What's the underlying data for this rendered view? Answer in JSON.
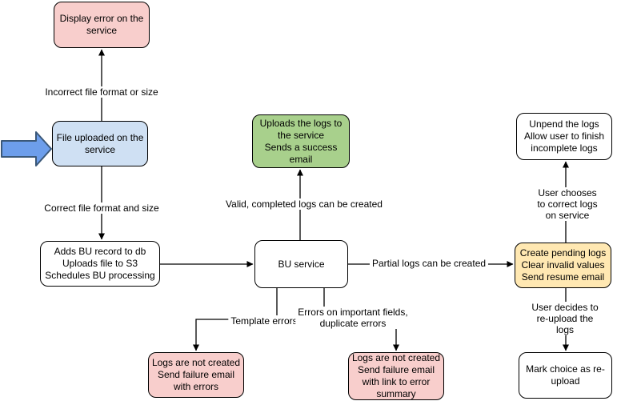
{
  "nodes": {
    "display_error": "Display error on the\nservice",
    "file_uploaded": "File uploaded on the\nservice",
    "adds_bu_record": "Adds BU record to db\nUploads file to S3\nSchedules BU processing",
    "bu_service": "BU service",
    "uploads_logs": "Uploads the logs to\nthe service\nSends a success\nemail",
    "unpend_logs": "Unpend the logs\nAllow user to finish\nincomplete logs",
    "create_pending": "Create pending logs\nClear invalid values\nSend resume email",
    "mark_choice": "Mark choice as re-\nupload",
    "fail_template": "Logs are not created\nSend failure email\nwith errors",
    "fail_fields": "Logs are not created\nSend failure email\nwith link to error\nsummary"
  },
  "edge_labels": {
    "incorrect_format": "Incorrect file format or size",
    "correct_format": "Correct file format and size",
    "valid_logs": "Valid, completed logs can be created",
    "partial_logs": "Partial logs can be created",
    "user_corrects": "User chooses to correct logs on service",
    "user_reuploads": "User decides to re-upload the logs",
    "template_errors": "Template errors",
    "field_errors": "Errors on important fields,\nduplicate errors"
  },
  "icons": {
    "entry_arrow": "right-block-arrow"
  },
  "colors": {
    "node_error_fill": "#f8cecc",
    "node_start_fill": "#cfe0f3",
    "node_success_fill": "#a8d08c",
    "node_pending_fill": "#ffe8b2",
    "node_plain_fill": "#ffffff",
    "node_stroke": "#000000",
    "edge_stroke": "#000000",
    "entry_arrow_fill": "#6d9eeb",
    "entry_arrow_stroke": "#3b5878",
    "background": "#ffffff"
  }
}
